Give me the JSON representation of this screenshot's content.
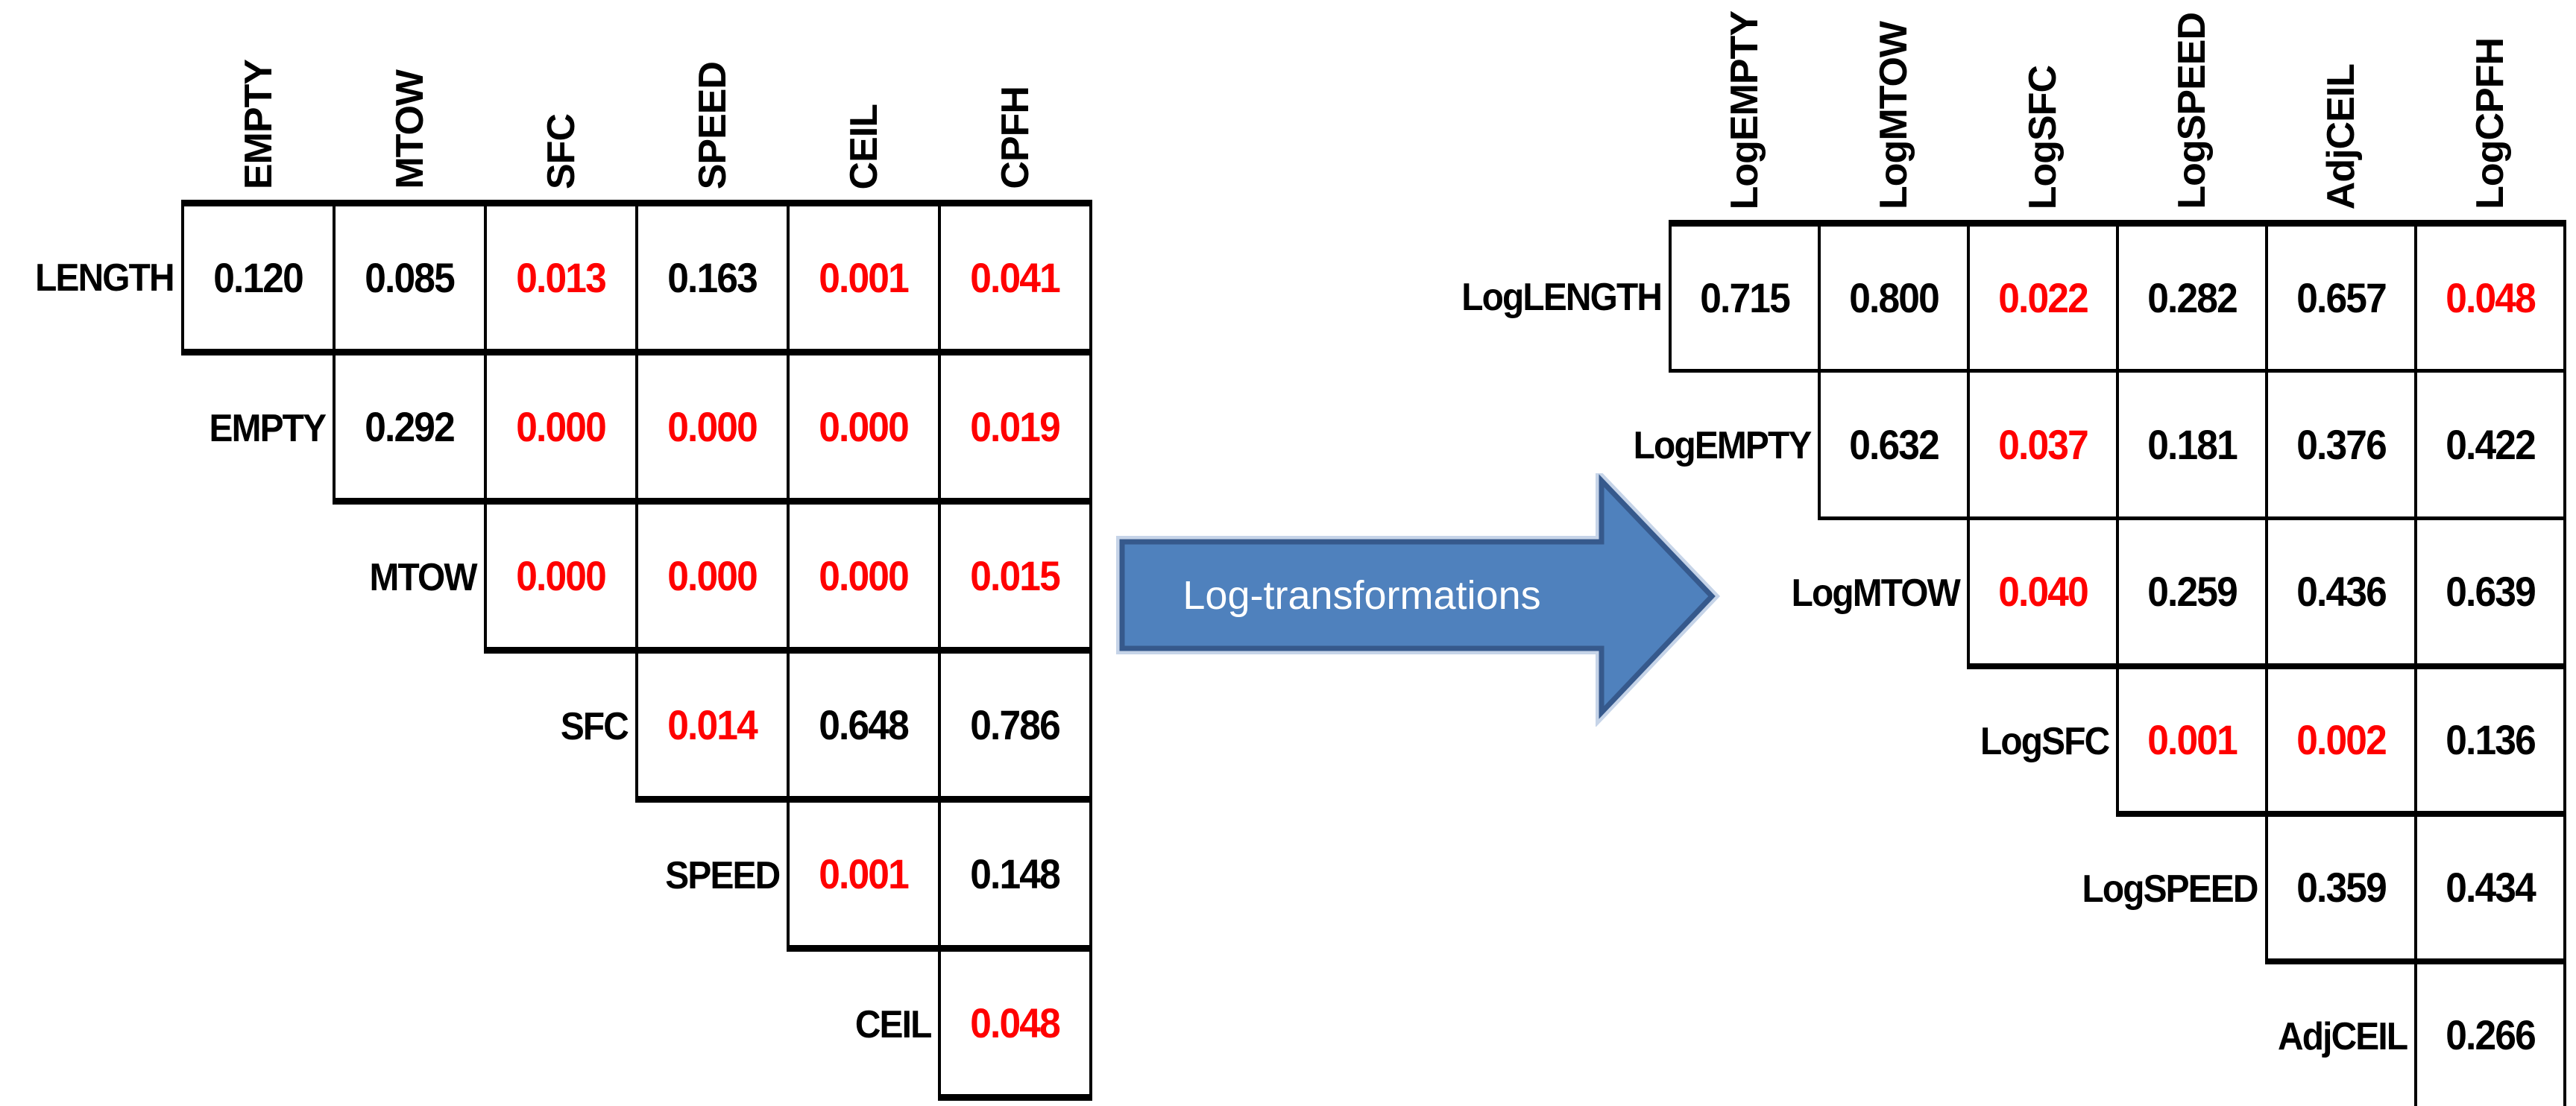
{
  "figure": {
    "background": "#ffffff"
  },
  "colors": {
    "significant_value": "#ff0000",
    "normal_value": "#000000",
    "grid": "#000000"
  },
  "arrow": {
    "label": "Log-transformations",
    "fill": "#4f81bd",
    "stroke": "#36598c",
    "highlight": "#c6d4e8",
    "text_color": "#ffffff"
  },
  "left_matrix": {
    "columns": [
      "EMPTY",
      "MTOW",
      "SFC",
      "SPEED",
      "CEIL",
      "CPFH"
    ],
    "rows": [
      {
        "label": "LENGTH",
        "cells": [
          {
            "v": "0.120",
            "sig": false
          },
          {
            "v": "0.085",
            "sig": false
          },
          {
            "v": "0.013",
            "sig": true
          },
          {
            "v": "0.163",
            "sig": false
          },
          {
            "v": "0.001",
            "sig": true
          },
          {
            "v": "0.041",
            "sig": true
          }
        ]
      },
      {
        "label": "EMPTY",
        "cells": [
          {
            "v": "0.292",
            "sig": false
          },
          {
            "v": "0.000",
            "sig": true
          },
          {
            "v": "0.000",
            "sig": true
          },
          {
            "v": "0.000",
            "sig": true
          },
          {
            "v": "0.019",
            "sig": true
          }
        ]
      },
      {
        "label": "MTOW",
        "cells": [
          {
            "v": "0.000",
            "sig": true
          },
          {
            "v": "0.000",
            "sig": true
          },
          {
            "v": "0.000",
            "sig": true
          },
          {
            "v": "0.015",
            "sig": true
          }
        ]
      },
      {
        "label": "SFC",
        "cells": [
          {
            "v": "0.014",
            "sig": true
          },
          {
            "v": "0.648",
            "sig": false
          },
          {
            "v": "0.786",
            "sig": false
          }
        ]
      },
      {
        "label": "SPEED",
        "cells": [
          {
            "v": "0.001",
            "sig": true
          },
          {
            "v": "0.148",
            "sig": false
          }
        ]
      },
      {
        "label": "CEIL",
        "cells": [
          {
            "v": "0.048",
            "sig": true
          }
        ]
      }
    ]
  },
  "right_matrix": {
    "columns": [
      "LogEMPTY",
      "LogMTOW",
      "LogSFC",
      "LogSPEED",
      "AdjCEIL",
      "LogCPFH"
    ],
    "rows": [
      {
        "label": "LogLENGTH",
        "cells": [
          {
            "v": "0.715",
            "sig": false
          },
          {
            "v": "0.800",
            "sig": false
          },
          {
            "v": "0.022",
            "sig": true
          },
          {
            "v": "0.282",
            "sig": false
          },
          {
            "v": "0.657",
            "sig": false
          },
          {
            "v": "0.048",
            "sig": true
          }
        ]
      },
      {
        "label": "LogEMPTY",
        "cells": [
          {
            "v": "0.632",
            "sig": false
          },
          {
            "v": "0.037",
            "sig": true
          },
          {
            "v": "0.181",
            "sig": false
          },
          {
            "v": "0.376",
            "sig": false
          },
          {
            "v": "0.422",
            "sig": false
          }
        ]
      },
      {
        "label": "LogMTOW",
        "cells": [
          {
            "v": "0.040",
            "sig": true
          },
          {
            "v": "0.259",
            "sig": false
          },
          {
            "v": "0.436",
            "sig": false
          },
          {
            "v": "0.639",
            "sig": false
          }
        ]
      },
      {
        "label": "LogSFC",
        "cells": [
          {
            "v": "0.001",
            "sig": true
          },
          {
            "v": "0.002",
            "sig": true
          },
          {
            "v": "0.136",
            "sig": false
          }
        ]
      },
      {
        "label": "LogSPEED",
        "cells": [
          {
            "v": "0.359",
            "sig": false
          },
          {
            "v": "0.434",
            "sig": false
          }
        ]
      },
      {
        "label": "AdjCEIL",
        "cells": [
          {
            "v": "0.266",
            "sig": false
          }
        ]
      }
    ]
  }
}
